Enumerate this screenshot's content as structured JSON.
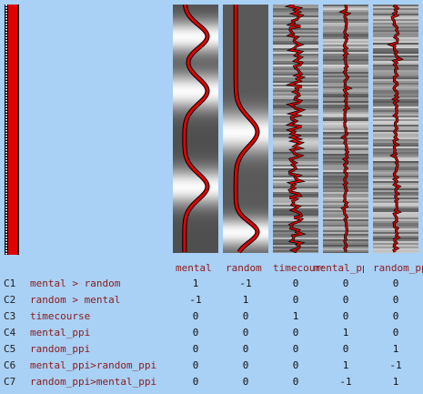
{
  "columns": [
    "mental",
    "random",
    "timecourse",
    "mental_ppi",
    "random_ppi"
  ],
  "contrasts": [
    {
      "id": "C1",
      "name": "mental > random",
      "weights": [
        "1",
        "-1",
        "0",
        "0",
        "0"
      ]
    },
    {
      "id": "C2",
      "name": "random > mental",
      "weights": [
        "-1",
        "1",
        "0",
        "0",
        "0"
      ]
    },
    {
      "id": "C3",
      "name": "timecourse",
      "weights": [
        "0",
        "0",
        "1",
        "0",
        "0"
      ]
    },
    {
      "id": "C4",
      "name": "mental_ppi",
      "weights": [
        "0",
        "0",
        "0",
        "1",
        "0"
      ]
    },
    {
      "id": "C5",
      "name": "random_ppi",
      "weights": [
        "0",
        "0",
        "0",
        "0",
        "1"
      ]
    },
    {
      "id": "C6",
      "name": "mental_ppi>random_ppi",
      "weights": [
        "0",
        "0",
        "0",
        "1",
        "-1"
      ]
    },
    {
      "id": "C7",
      "name": "random_ppi>mental_ppi",
      "weights": [
        "0",
        "0",
        "0",
        "-1",
        "1"
      ]
    }
  ],
  "colors": {
    "background": "#a9d0f5",
    "trace": "#e00000",
    "label_text": "#8b1a1a"
  }
}
